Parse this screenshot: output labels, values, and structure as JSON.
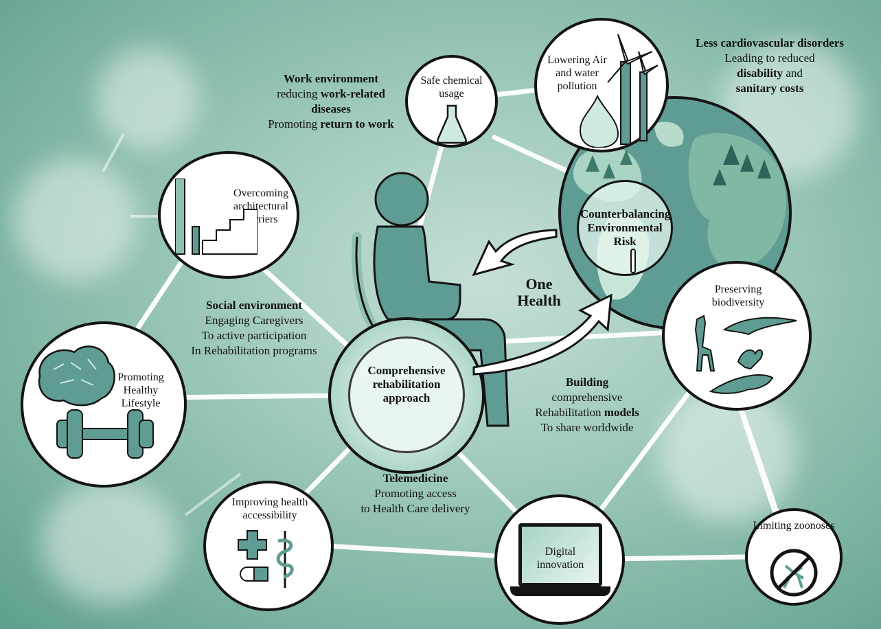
{
  "colors": {
    "teal": "#5f9c94",
    "teal_dark": "#3f7b73",
    "mint": "#cfe9df",
    "outline": "#141414",
    "background": "#a3ccbf"
  },
  "center": {
    "label": "Comprehensive rehabilitation approach",
    "one_health": "One Health",
    "earth_label": "Counterbalancing Environmental Risk"
  },
  "nodes": {
    "safe_chemical": "Safe chemical usage",
    "lowering_pollution": "Lowering Air and water pollution",
    "architectural_barriers": "Overcoming architectural barriers",
    "healthy_lifestyle": "Promoting Healthy Lifestyle",
    "health_accessibility": "Improving health accessibility",
    "digital_innovation": "Digital innovation",
    "biodiversity": "Preserving biodiversity",
    "zoonoses": "Limiting zoonoses"
  },
  "captions": {
    "work": {
      "l1a": "Work environment",
      "l2a": "reducing ",
      "l2b": "work-related",
      "l3a": "diseases",
      "l4a": "Promoting ",
      "l4b": "return to work"
    },
    "cardio": {
      "l1a": "Less cardiovascular disorders",
      "l2a": "Leading to reduced",
      "l3a": "disability",
      "l3b": " and",
      "l4a": "sanitary costs"
    },
    "social": {
      "l1a": "Social environment",
      "l2a": "Engaging Caregivers",
      "l3a": "To active participation",
      "l4a": "In Rehabilitation programs"
    },
    "building": {
      "l1a": "Building",
      "l2a": "comprehensive",
      "l3a": "Rehabilitation ",
      "l3b": "models",
      "l4a": "To share worldwide"
    },
    "telemedicine": {
      "l1a": "Telemedicine",
      "l2a": "Promoting access",
      "l3a": "to Health Care delivery"
    }
  }
}
